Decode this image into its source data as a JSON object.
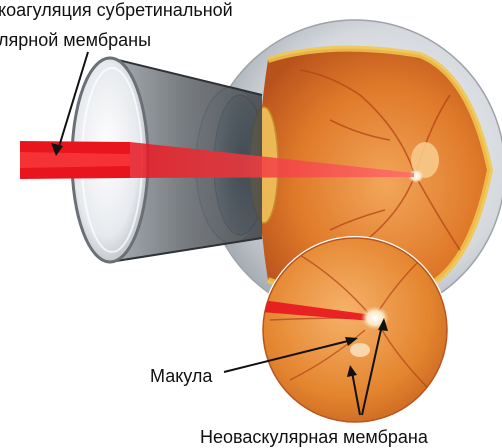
{
  "title": {
    "line1": "коагуляция субретинальной",
    "line2": "лярной мембраны"
  },
  "labels": {
    "macula": "Макула",
    "neovascular_membrane": "Неоваскулярная мембрана"
  },
  "colors": {
    "laser_red": "#e8141e",
    "retina_orange": "#e07a2a",
    "sclera_gray": "#c9cdd2",
    "iris_blue": "#6f8fa8",
    "lens_amber": "#e6b24a",
    "lesion_cream": "#fbe7c6"
  }
}
